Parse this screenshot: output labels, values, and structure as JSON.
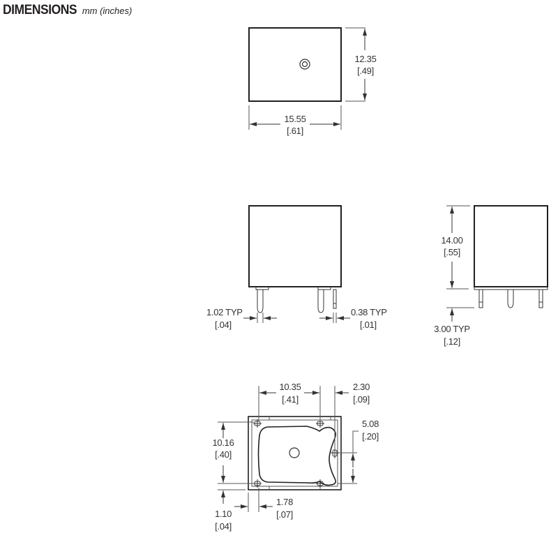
{
  "header": {
    "title": "DIMENSIONS",
    "units": "mm (inches)"
  },
  "views": {
    "top": {
      "height": {
        "mm": "12.35",
        "in": "[.49]"
      },
      "width": {
        "mm": "15.55",
        "in": "[.61]"
      }
    },
    "front": {
      "pin_width": {
        "mm": "1.02 TYP",
        "in": "[.04]"
      },
      "pin_thickness": {
        "mm": "0.38 TYP",
        "in": "[.01]"
      }
    },
    "side": {
      "body_height": {
        "mm": "14.00",
        "in": "[.55]"
      },
      "pin_length": {
        "mm": "3.00 TYP",
        "in": "[.12]"
      }
    },
    "bottom": {
      "pin_spacing_x": {
        "mm": "10.35",
        "in": "[.41]"
      },
      "edge_offset_right": {
        "mm": "2.30",
        "in": "[.09]"
      },
      "pin_spacing_y": {
        "mm": "10.16",
        "in": "[.40]"
      },
      "center_pin_offset": {
        "mm": "5.08",
        "in": "[.20]"
      },
      "edge_offset_bottom": {
        "mm": "1.10",
        "in": "[.04]"
      },
      "edge_offset_left": {
        "mm": "1.78",
        "in": "[.07]"
      }
    }
  },
  "colors": {
    "line": "#231f20",
    "dim_line": "#555555",
    "text": "#333333"
  }
}
